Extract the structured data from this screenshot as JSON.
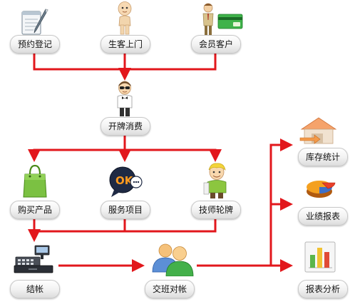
{
  "nodes": {
    "reservation": "预约登记",
    "walk_in": "生客上门",
    "member": "会员客户",
    "open_card": "开牌消费",
    "buy_product": "购买产品",
    "service_item": "服务项目",
    "technician": "技师轮牌",
    "checkout": "结帐",
    "shift_handover": "交班对帐",
    "inventory_stats": "库存统计",
    "performance_report": "业绩报表",
    "report_analysis": "报表分析"
  },
  "icons": {
    "reservation": "notepad-pen-icon",
    "walk_in": "customer-figure-icon",
    "member": "member-card-icon",
    "open_card": "waiter-figure-icon",
    "buy_product": "shopping-bag-icon",
    "service_item": "ok-speech-bubble-icon",
    "technician": "technician-figure-icon",
    "checkout": "cash-register-icon",
    "shift_handover": "two-users-icon",
    "inventory_stats": "warehouse-icon",
    "performance_report": "pie-chart-icon",
    "report_analysis": "bar-chart-report-icon",
    "ok_text": "OK"
  },
  "colors": {
    "flow_line": "#e2171c",
    "pill_border": "#c9c9c9"
  }
}
